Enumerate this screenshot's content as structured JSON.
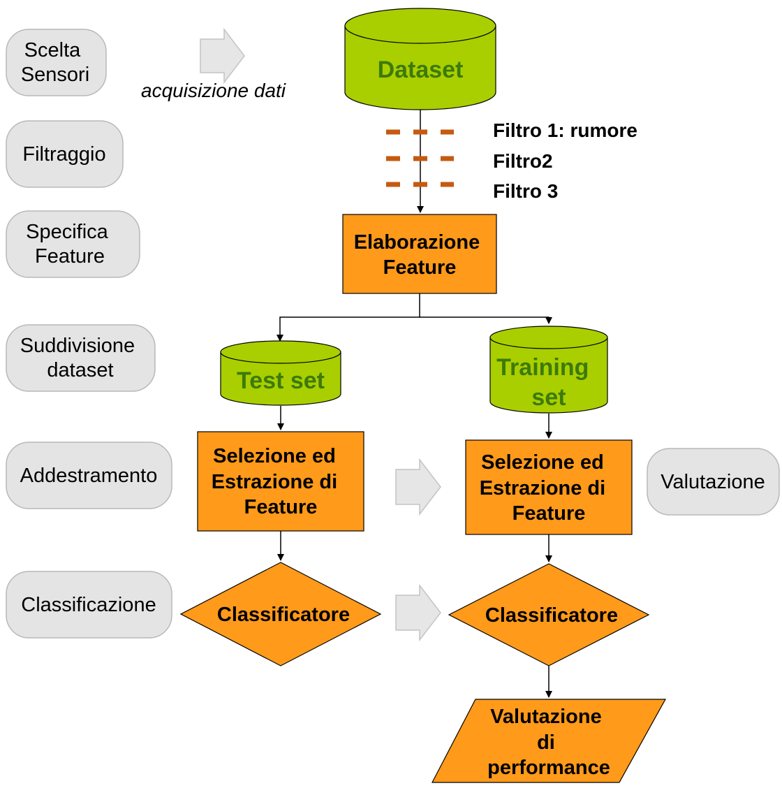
{
  "stages": {
    "scelta_sensori": [
      "Scelta",
      "Sensori"
    ],
    "filtraggio": [
      "Filtraggio"
    ],
    "specifica_feature": [
      "Specifica",
      "Feature"
    ],
    "suddivisione_dataset": [
      "Suddivisione",
      "dataset"
    ],
    "addestramento": [
      "Addestramento"
    ],
    "classificazione": [
      "Classificazione"
    ],
    "valutazione": [
      "Valutazione"
    ]
  },
  "acquisition_label": "acquisizione dati",
  "databases": {
    "dataset": [
      "Dataset"
    ],
    "test_set": [
      "Test set"
    ],
    "training_set": [
      "Training",
      "set"
    ]
  },
  "filters": [
    "Filtro 1: rumore",
    "Filtro2",
    "Filtro 3"
  ],
  "processes": {
    "elaborazione_feature": [
      "Elaborazione",
      "Feature"
    ],
    "selezione_test": [
      "Selezione ed",
      "Estrazione di",
      "Feature"
    ],
    "selezione_training": [
      "Selezione ed",
      "Estrazione di",
      "Feature"
    ]
  },
  "decisions": {
    "classificatore_test": [
      "Classificatore"
    ],
    "classificatore_training": [
      "Classificatore"
    ]
  },
  "output": {
    "valutazione_performance": [
      "Valutazione",
      "di",
      "performance"
    ]
  },
  "colors": {
    "pill_fill": "#e4e4e4",
    "pill_stroke": "#b8b8b8",
    "orange_fill": "#ff9a1a",
    "db_fill": "#a9cf00",
    "db_text": "#3d7a0a",
    "filter_dash": "#c55a11",
    "arrow_fill": "#e6e6e6",
    "arrow_stroke": "#c4c4c4"
  }
}
